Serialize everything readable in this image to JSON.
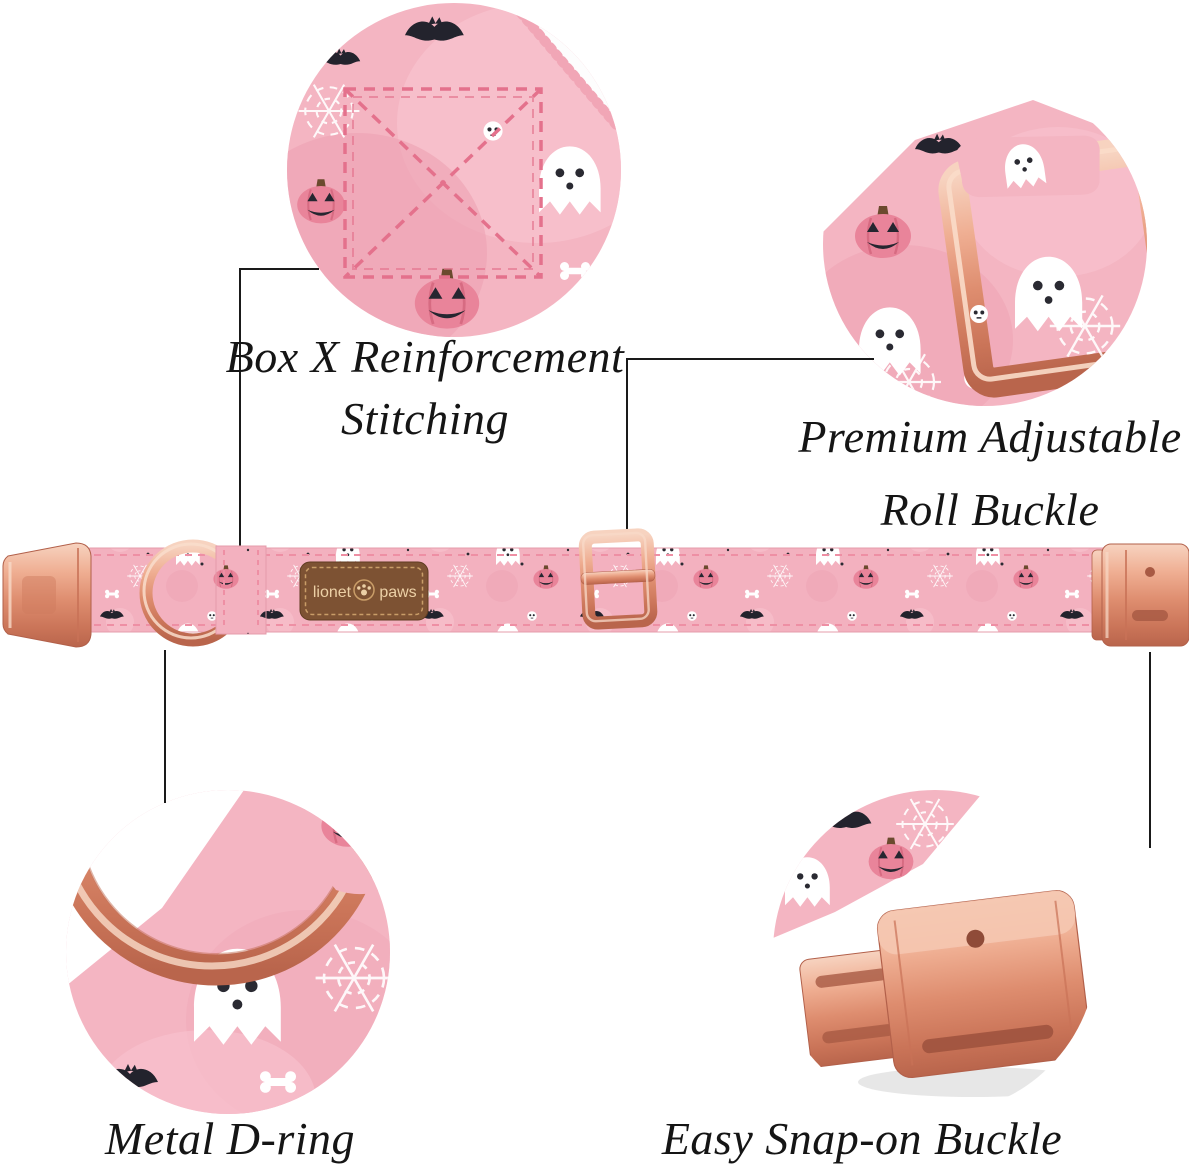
{
  "callouts": {
    "stitching": {
      "line1": "Box X Reinforcement",
      "line2": "Stitching"
    },
    "roll_buckle": {
      "line1": "Premium Adjustable",
      "line2": "Roll Buckle"
    },
    "d_ring": {
      "label": "Metal D-ring"
    },
    "snap_buckle": {
      "label": "Easy Snap-on Buckle"
    }
  },
  "collar": {
    "brand_tag": {
      "left": "lionet",
      "right": "paws"
    }
  },
  "colors": {
    "fabric_pink": "#f3b1bf",
    "fabric_accent_pink": "#e9849a",
    "rose_gold": "#de8d6f",
    "rose_gold_dark": "#b9654c",
    "tag_brown": "#7d5233",
    "tag_text": "#ecd0a6",
    "callout_line": "#1a1a1a",
    "label_text": "#151515",
    "motif_dark": "#23232d",
    "motif_white": "#ffffff"
  }
}
